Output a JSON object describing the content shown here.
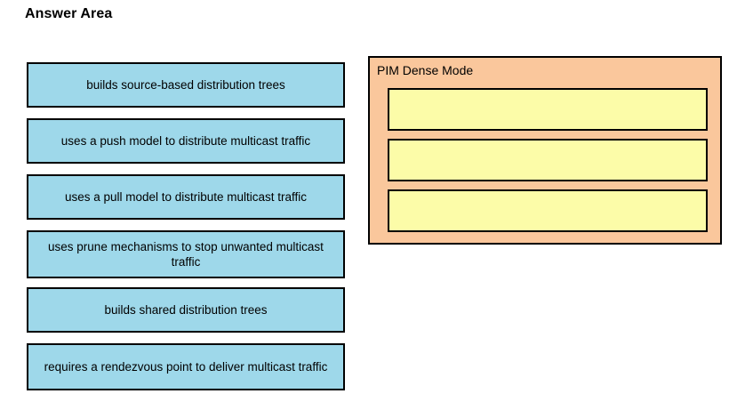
{
  "page": {
    "title": "Answer Area",
    "background_color": "#ffffff"
  },
  "colors": {
    "option_fill": "#9ed8ea",
    "group_fill": "#fac79c",
    "dropzone_fill": "#fcfca8",
    "border": "#000000",
    "text": "#000000"
  },
  "options": {
    "name": "draggable-answer-choices",
    "items": [
      {
        "id": "option-1",
        "label": "builds source-based distribution trees",
        "lines": 1
      },
      {
        "id": "option-2",
        "label": "uses a push model to distribute multicast traffic",
        "lines": 1
      },
      {
        "id": "option-3",
        "label": "uses a pull model to distribute multicast traffic",
        "lines": 1
      },
      {
        "id": "option-4",
        "label": "uses prune mechanisms to stop unwanted multicast traffic",
        "lines": 2
      },
      {
        "id": "option-5",
        "label": "builds shared distribution trees",
        "lines": 1
      },
      {
        "id": "option-6",
        "label": "requires a rendezvous point to deliver multicast traffic",
        "lines": 1
      }
    ]
  },
  "dropzone_group": {
    "title": "PIM Dense Mode",
    "slots": [
      {
        "id": "dropzone-1",
        "value": ""
      },
      {
        "id": "dropzone-2",
        "value": ""
      },
      {
        "id": "dropzone-3",
        "value": ""
      }
    ]
  }
}
